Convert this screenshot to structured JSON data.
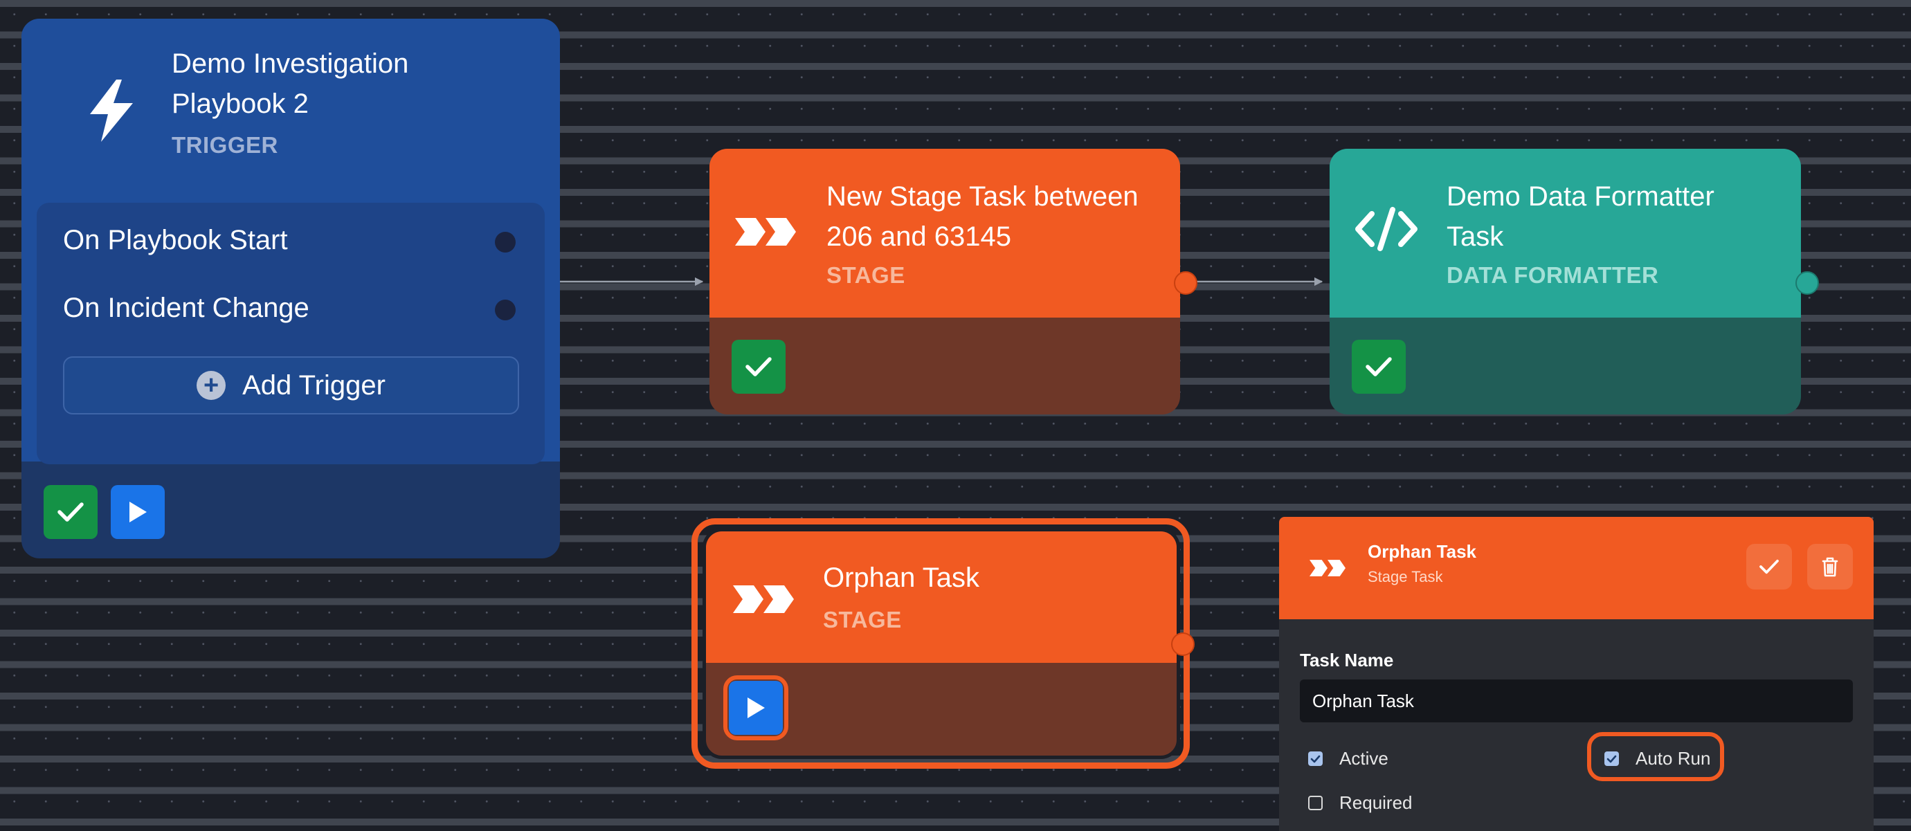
{
  "trigger_node": {
    "title_line1": "Demo Investigation",
    "title_line2": "Playbook 2",
    "type": "TRIGGER",
    "icon": "lightning-bolt-icon",
    "triggers": [
      "On Playbook Start",
      "On Incident Change"
    ],
    "add_trigger_label": "Add Trigger"
  },
  "stage_node": {
    "title_line1": "New Stage Task between",
    "title_line2": "206 and 63145",
    "type": "STAGE",
    "icon": "double-chevron-icon"
  },
  "formatter_node": {
    "title_line1": "Demo Data Formatter",
    "title_line2": "Task",
    "type": "DATA FORMATTER",
    "icon": "code-icon"
  },
  "orphan_node": {
    "title": "Orphan Task",
    "type": "STAGE",
    "icon": "double-chevron-icon"
  },
  "panel": {
    "title": "Orphan Task",
    "subtitle": "Stage Task",
    "task_name_label": "Task Name",
    "task_name_value": "Orphan Task",
    "checkboxes": {
      "active": {
        "label": "Active",
        "checked": true
      },
      "auto_run": {
        "label": "Auto Run",
        "checked": true
      },
      "required": {
        "label": "Required",
        "checked": false
      }
    }
  },
  "colors": {
    "canvas": "#1c1f27",
    "trigger_blue": "#1f4e9b",
    "stage_orange": "#f15a22",
    "formatter_teal": "#27a797",
    "success_green": "#149246",
    "run_blue": "#1a74e8"
  }
}
